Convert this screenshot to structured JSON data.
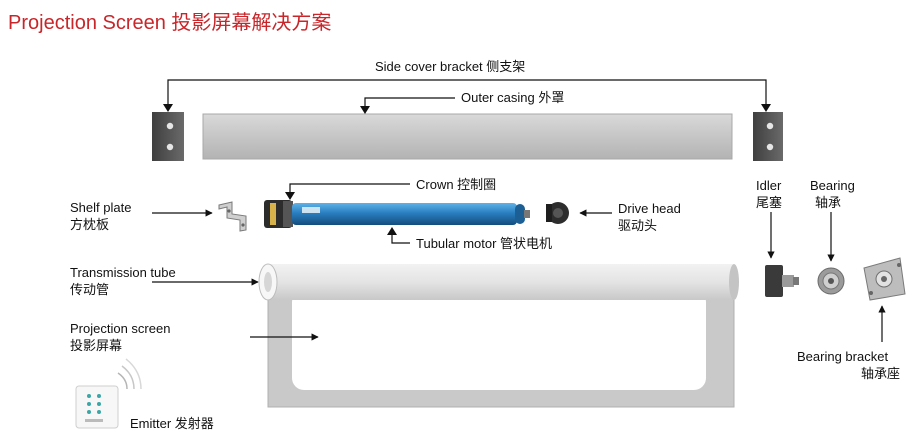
{
  "title": "Projection Screen 投影屏幕解决方案",
  "labels": {
    "side_cover_bracket": "Side cover bracket 侧支架",
    "outer_casing": "Outer casing 外罩",
    "crown": "Crown 控制圈",
    "shelf_plate_en": "Shelf plate",
    "shelf_plate_cn": "方枕板",
    "drive_head_en": "Drive head",
    "drive_head_cn": "驱动头",
    "tubular_motor": "Tubular motor 管状电机",
    "idler_en": "Idler",
    "idler_cn": "尾塞",
    "bearing_en": "Bearing",
    "bearing_cn": "轴承",
    "transmission_tube_en": "Transmission tube",
    "transmission_tube_cn": "传动管",
    "projection_screen_en": "Projection screen",
    "projection_screen_cn": "投影屏幕",
    "bearing_bracket_en": "Bearing bracket",
    "bearing_bracket_cn": "轴承座",
    "emitter": "Emitter 发射器"
  },
  "colors": {
    "title": "#c8262a",
    "motor": "#2a7fc0",
    "casing": "#c9c9c9",
    "bracket": "#5a5a5a"
  }
}
